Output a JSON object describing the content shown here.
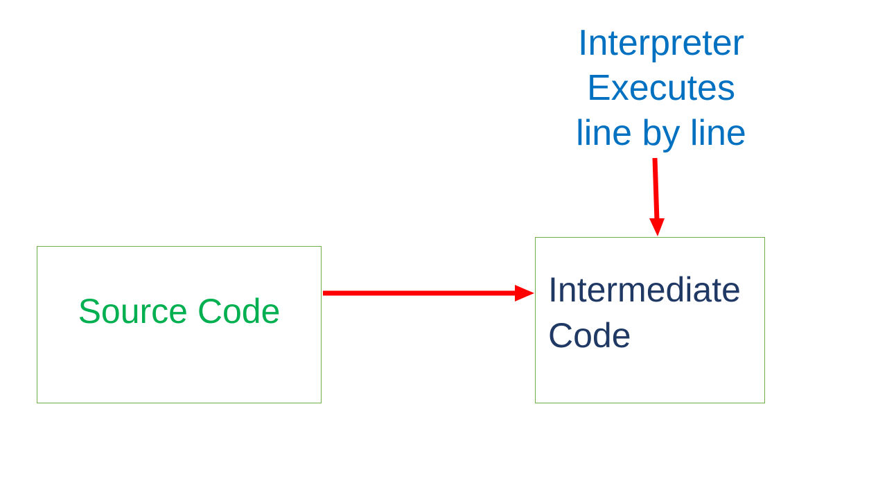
{
  "colors": {
    "annotation_blue": "#0070C0",
    "source_green": "#00B050",
    "intermediate_navy": "#1F3864",
    "box_border_green": "#70AD47",
    "arrow_red": "#FF0000",
    "background": "#FFFFFF"
  },
  "annotation": {
    "text": "Interpreter\nExecutes\nline by line"
  },
  "boxes": {
    "source": {
      "label": "Source Code"
    },
    "intermediate": {
      "label": "Intermediate Code"
    }
  },
  "arrows": {
    "horizontal": {
      "from": "source-code-box",
      "to": "intermediate-code-box",
      "direction": "right"
    },
    "vertical": {
      "from": "interpreter-annotation",
      "to": "intermediate-code-box",
      "direction": "down"
    }
  }
}
